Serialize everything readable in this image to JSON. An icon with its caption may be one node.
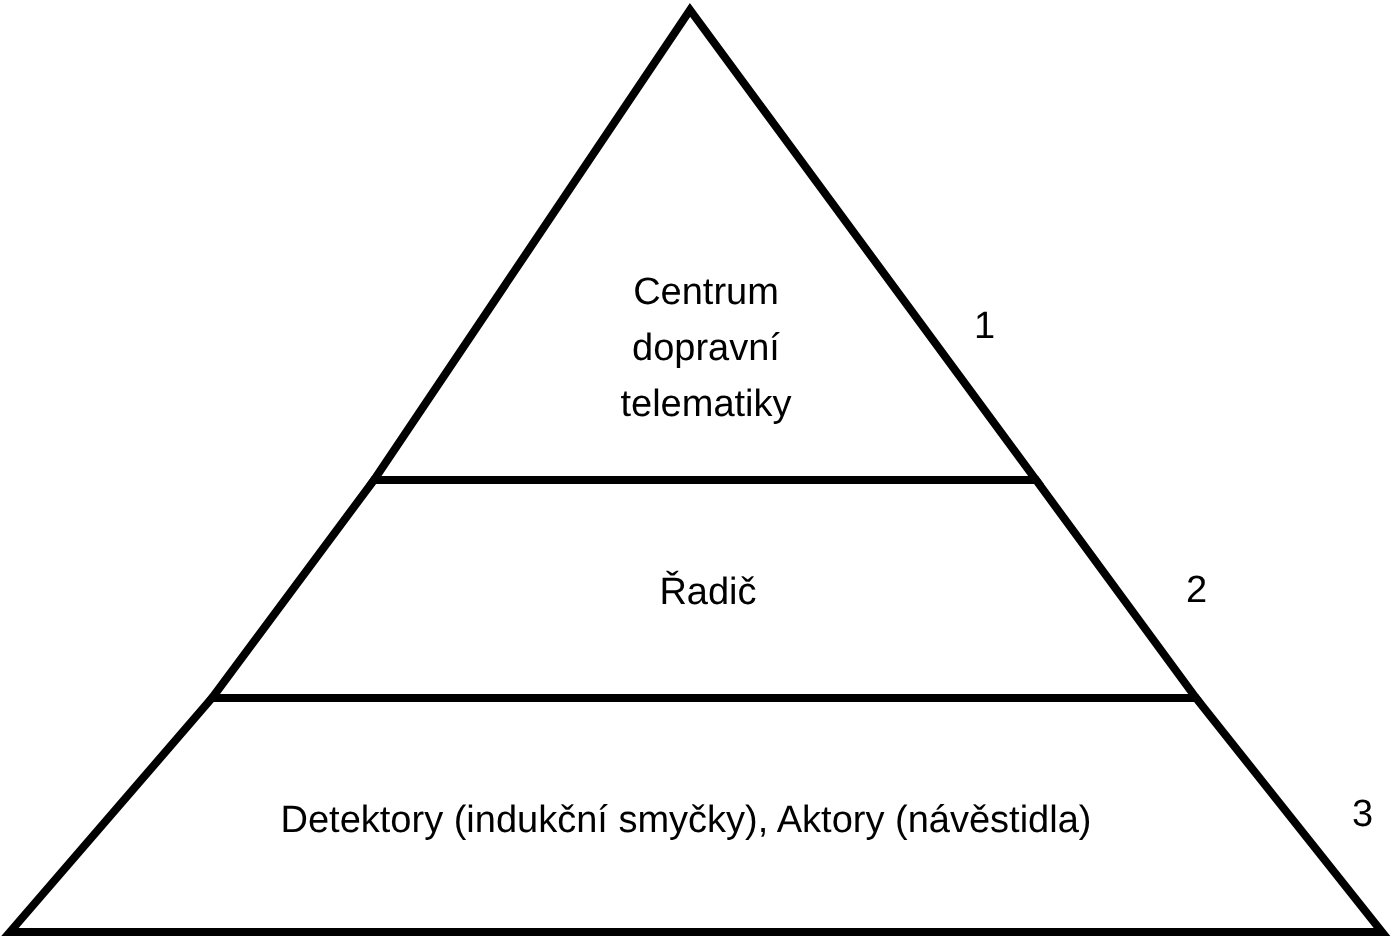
{
  "diagram": {
    "nodes": [
      {
        "text": [
          "Centrum dopravní telematiky"
        ],
        "beside": [
          "1"
        ]
      },
      {
        "text": [
          "Řadič"
        ],
        "beside": [
          "2"
        ]
      },
      {
        "text": [
          "Detektory (indukční smyčky), Aktory (návěstidla)"
        ],
        "beside": [
          "3"
        ]
      }
    ]
  }
}
